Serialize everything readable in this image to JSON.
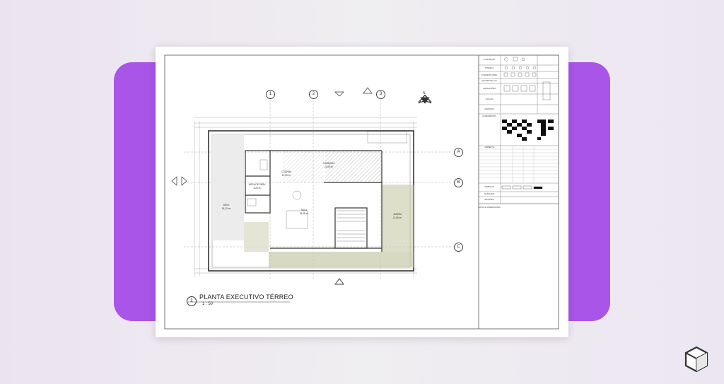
{
  "drawing": {
    "title": "PLANTA EXECUTIVO TÉRREO",
    "scale": "1 : 50",
    "view_number": "1",
    "grid_columns": [
      "1",
      "2",
      "3"
    ],
    "grid_rows": [
      "A",
      "B",
      "C"
    ],
    "north_label": "N",
    "rooms": [
      {
        "name": "GARAGEM",
        "area": "22,85 m²"
      },
      {
        "name": "COZINHA",
        "area": "12,25 m²"
      },
      {
        "name": "ÁREA DE SERV.",
        "area": "5,20 m²"
      },
      {
        "name": "SALA",
        "area": "34,55 m²"
      },
      {
        "name": "DECK",
        "area": "18,12 m²"
      },
      {
        "name": "JARDIM",
        "area": "21,80 m²"
      }
    ]
  },
  "legend": {
    "rows": [
      "ILUMINAÇÃO",
      "TOMADAS",
      "INTERRUPTORES",
      "QUADRO DE LUZ",
      "INSTALAÇÕES",
      "LOUÇAS",
      "ARMÁRIOS",
      "ACABAMENTOS",
      "AMBIENTE",
      "SÍMBOLOS",
      "ALVENARIA",
      "REVISÕES",
      "NOTAS E OBSERVAÇÕES"
    ]
  },
  "colors": {
    "accent_purple": "#a855e8",
    "paper": "#ffffff",
    "hatch_green": "#c8c9a8"
  },
  "icons": {
    "brand": "hexagon-cube-icon"
  }
}
